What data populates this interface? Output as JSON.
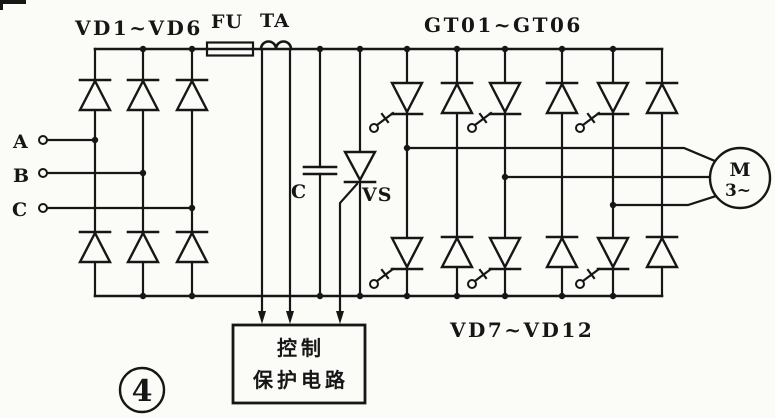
{
  "figure": {
    "number": "4",
    "colors": {
      "ink": "#161616",
      "paper": "#fbfbf8"
    }
  },
  "labels": {
    "rectifier_diodes": "VD1~VD6",
    "fuse": "FU",
    "current_transformer": "TA",
    "inverter_thyristors": "GT01~GT06",
    "inverter_diodes": "VD7~VD12",
    "filter_capacitor": "C",
    "protection_thyristor": "VS",
    "phase_a": "A",
    "phase_b": "B",
    "phase_c": "C",
    "motor": "M",
    "motor_phase": "3~",
    "control_box_line1": "控制",
    "control_box_line2": "保护电路"
  }
}
